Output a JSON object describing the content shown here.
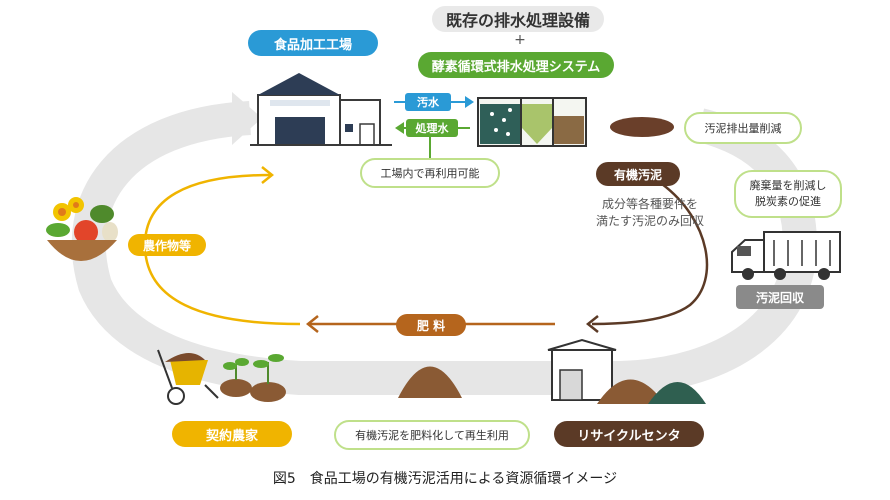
{
  "top": {
    "existing_label": "既存の排水処理設備",
    "plus": "+",
    "system_label": "酵素循環式排水処理システム",
    "factory_label": "食品加工工場"
  },
  "flows": {
    "waste_water": "汚水",
    "treated_water": "処理水",
    "reuse_note": "工場内で再利用可能",
    "sludge_reduction": "汚泥排出量削減",
    "organic_sludge": "有機汚泥",
    "sludge_condition": [
      "成分等各種要件を",
      "満たす汚泥のみ回収"
    ],
    "waste_reduction": [
      "廃棄量を削減し",
      "脱炭素の促進"
    ],
    "sludge_collection": "汚泥回収",
    "fertilizer": "肥 料",
    "crops": "農作物等",
    "farmer": "契約農家",
    "recycle_note": "有機汚泥を肥料化して再生利用",
    "recycle_center": "リサイクルセンタ"
  },
  "caption": "図5　食品工場の有機汚泥活用による資源循環イメージ",
  "colors": {
    "blue": "#2a9ad6",
    "green": "#5aa832",
    "brown": "#5b3a26",
    "orange": "#b5651d",
    "yellow": "#f0b400",
    "gray": "#8a8a8a",
    "ring": "#e4e4e4"
  }
}
